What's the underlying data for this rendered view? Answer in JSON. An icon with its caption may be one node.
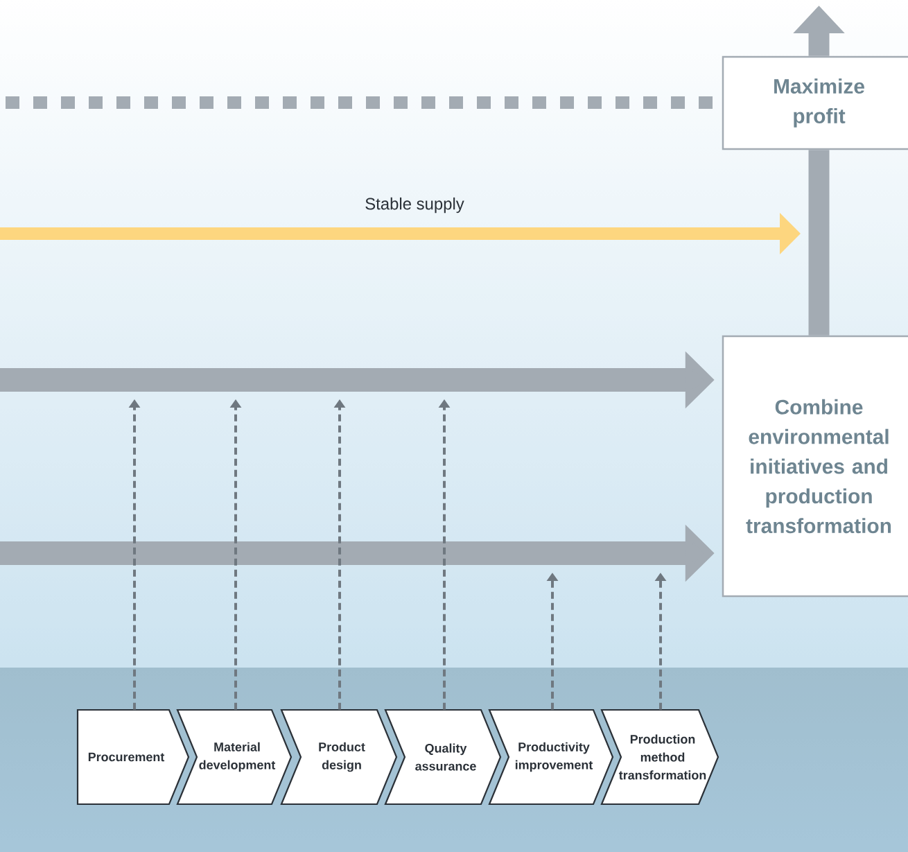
{
  "diagram": {
    "nodes": [
      {
        "text": [
          "Maximize profit"
        ]
      },
      {
        "text": [
          "Combine environmental initiatives and production transformation"
        ]
      },
      {
        "text": [
          "Procurement"
        ]
      },
      {
        "text": [
          "Material development"
        ]
      },
      {
        "text": [
          "Product design"
        ]
      },
      {
        "text": [
          "Quality assurance"
        ]
      },
      {
        "text": [
          "Productivity improvement"
        ]
      },
      {
        "text": [
          "Production method transformation"
        ]
      }
    ],
    "edges": [
      {
        "from": null,
        "to": 0,
        "arrow": "none",
        "style": "dashed"
      },
      {
        "from": 1,
        "to": 0,
        "arrow": "none",
        "style": "thick"
      },
      {
        "from": 0,
        "to": null,
        "arrow": "to",
        "style": "thick"
      },
      {
        "from": null,
        "to": 1,
        "arrow": "to",
        "style": "thick"
      },
      {
        "from": null,
        "to": 1,
        "arrow": "to",
        "style": "thick"
      },
      {
        "from": 2,
        "to": null,
        "arrow": "to",
        "style": "dashed"
      },
      {
        "from": 3,
        "to": null,
        "arrow": "to",
        "style": "dashed"
      },
      {
        "from": 4,
        "to": null,
        "arrow": "to",
        "style": "dashed"
      },
      {
        "from": 5,
        "to": null,
        "arrow": "to",
        "style": "dashed"
      },
      {
        "from": 6,
        "to": null,
        "arrow": "to",
        "style": "dashed"
      },
      {
        "from": 7,
        "to": null,
        "arrow": "to",
        "style": "dashed"
      }
    ],
    "labels": [
      "Stable supply"
    ]
  }
}
